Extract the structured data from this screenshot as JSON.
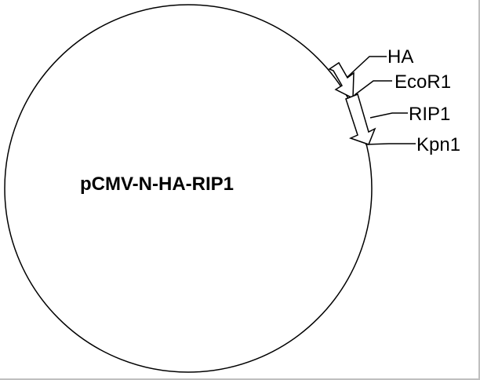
{
  "plasmid": {
    "name": "pCMV-N-HA-RIP1",
    "features": [
      {
        "id": "ha",
        "label": "HA"
      },
      {
        "id": "ecor1",
        "label": "EcoR1"
      },
      {
        "id": "rip1",
        "label": "RIP1"
      },
      {
        "id": "kpn1",
        "label": "Kpn1"
      }
    ]
  },
  "colors": {
    "stroke": "#000000",
    "background": "#ffffff",
    "frame": "#bfbfbf"
  }
}
